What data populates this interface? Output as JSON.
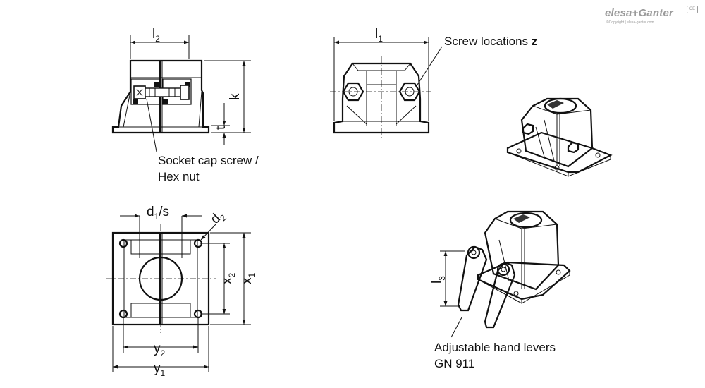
{
  "brand": {
    "name": "elesa+Ganter",
    "copyright": "©Copyright | elesa-ganter.com",
    "badge": "CE"
  },
  "labels": {
    "screw_locations_prefix": "Screw locations ",
    "screw_locations_var": "z",
    "socket_line1": "Socket cap screw /",
    "socket_line2": "Hex nut",
    "levers_line1": "Adjustable hand levers",
    "levers_line2": "GN 911"
  },
  "dimensions": {
    "l2": {
      "base": "l",
      "sub": "2"
    },
    "l1": {
      "base": "l",
      "sub": "1"
    },
    "k": {
      "base": "k",
      "sub": ""
    },
    "t": {
      "base": "t",
      "sub": ""
    },
    "d1s": {
      "base": "d",
      "sub": "1",
      "suffix": "/s"
    },
    "d2": {
      "base": "d",
      "sub": "2"
    },
    "x1": {
      "base": "x",
      "sub": "1"
    },
    "x2": {
      "base": "x",
      "sub": "2"
    },
    "y1": {
      "base": "y",
      "sub": "1"
    },
    "y2": {
      "base": "y",
      "sub": "2"
    },
    "l3": {
      "base": "l",
      "sub": "3"
    }
  }
}
